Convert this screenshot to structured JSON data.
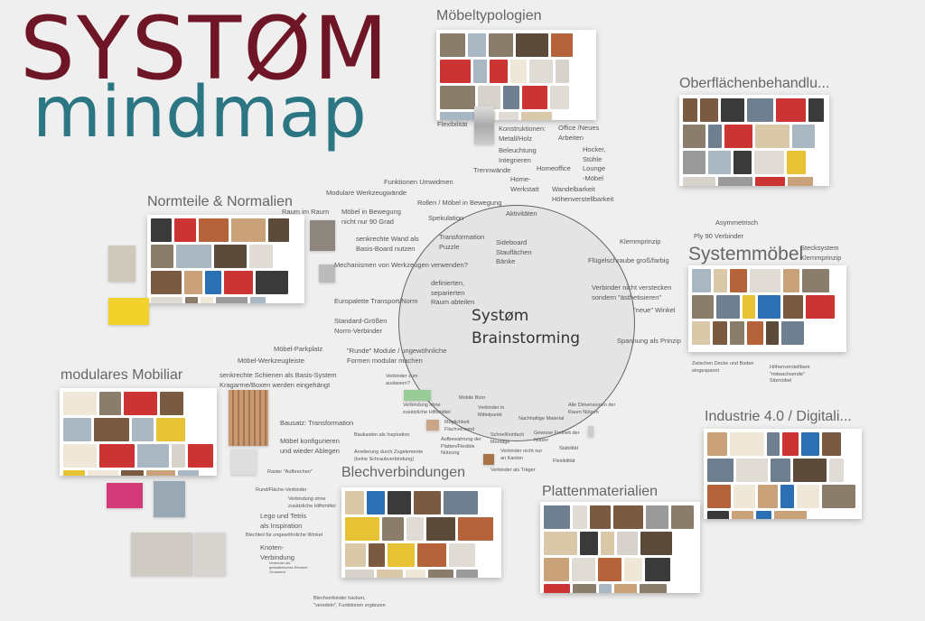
{
  "title": {
    "line1": "SYSTØM",
    "line2": "mindmap"
  },
  "center": "Systøm\nBrainstorming",
  "headings": [
    "Möbeltypologien",
    "Oberflächenbehandlu...",
    "Normteile & Normalien",
    "Systemmöbel",
    "modulares Mobiliar",
    "Industrie 4.0 / Digitali...",
    "Blechverbindungen",
    "Plattenmaterialien"
  ],
  "notes": [
    "Flexibilität",
    "Konstruktionen:\nMetall/Holz",
    "Office /Neues\nArbeiten",
    "Hocker,\nStühle\nLounge\n-Möbel",
    "Beleuchtung\nIntegrieren",
    "Trennwände",
    "Homeoffice",
    "Home-\nWerkstatt",
    "Wandelbarkeit\nHöhenverstellbarkeit",
    "Funktionen Umwidmen",
    "Modulare Werkzeugwände",
    "Rollen / Möbel in Bewegung",
    "Raum im Raum",
    "Möbel in Bewegung\nnicht nur 90 Grad",
    "Spekulation",
    "Aktivitäten",
    "senkrechte Wand als\nBasis-Board nutzen",
    "Transformation\nPuzzle",
    "Sideboard\nStauflächen\nBänke",
    "Klemmprinzip",
    "Asymmetrisch",
    "Ply 90 Verbinder",
    "Stecksystem\nKlemmprinzip",
    "Mechanismen von Werkzeugen verwenden?",
    "Flügelschraube groß/farbig",
    "definierten,\nseparierten\nRaum abteilen",
    "Verbinder nicht verstecken\nsondern \"ästhetisieren\"",
    "Europalette Transport/Norm",
    "\"neue\" Winkel",
    "Standard-Größen\nNorm-Verbinder",
    "Spannung als Prinzip",
    "Möbel-Parkplatz",
    "Möbel-Werkzeugleiste",
    "\"Runde\" Module / ungewöhnliche\nFormen modular machen",
    "senkrechte Schienen als Basis-System\nKragarme/Boxen werden eingehängt",
    "Verbinder zum\nauslasern?",
    "Mobile Büro",
    "Verbindung ohne\nzusätzliche Hilfsmittel",
    "Verbinder in\nMittelpunkt",
    "Alle Dimensionen der\nRaum  Nützen",
    "Nachhaltige Material",
    "Bausatz: Transformation",
    "Möglichkeit\nFlachversand",
    "Schnell/einfach\nMontage",
    "Gewisse Freiheit der\nNützer",
    "Baukasten als Inspiration",
    "Möbel konfigurieren\nund wieder Ablegen",
    "Aufbewahrung der\nPlatten/Flexible\nNützung",
    "Stabilität",
    "Arretierung durch Zugelemente\n(keine Schraubverbindung)",
    "Verbinder nicht nur\nan Kanten",
    "Flexibilität",
    "Verbinder als Träger",
    "Zwischen Decke und Boden\neingespannt",
    "Höhenverstellbare\n\"mitwachsende\"\nSitzmöbel",
    "Raster \"Aufbrechen\"",
    "Rund/Fläche-Verbinder",
    "Verbindung ohne\nzusätzliche Hilfsmittel",
    "Lego und Tetris\nals Inspiration",
    "Blechteil für ungewöhnliche Winkel",
    "Knoten-\nVerbindung",
    "Verbinder als\ngestalterisches Element\nOrnament",
    "Blechverbinder hacken,\n\"veredeln\", Funktionen ergänzen"
  ]
}
